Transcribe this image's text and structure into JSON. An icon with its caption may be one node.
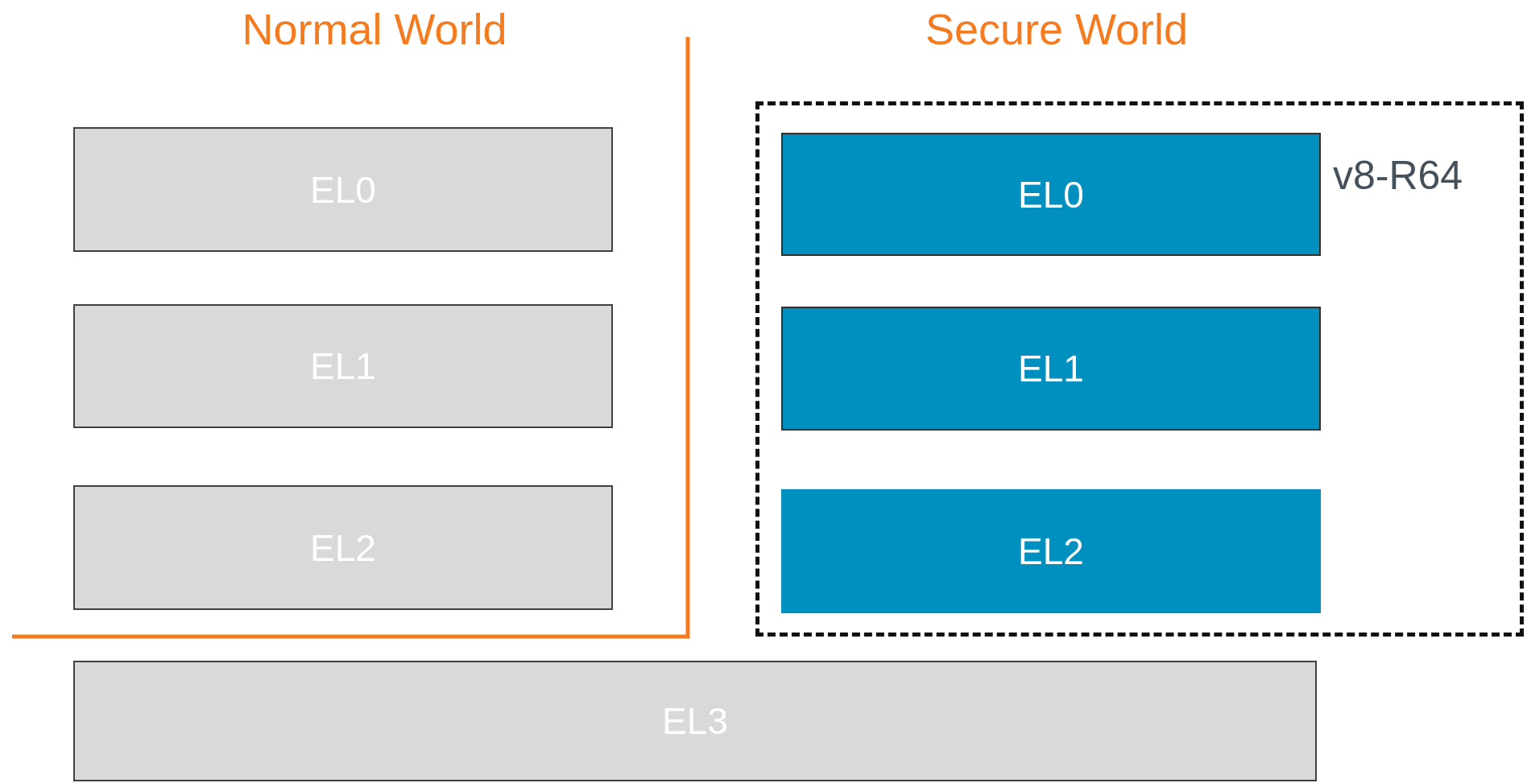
{
  "diagram": {
    "nodes": [
      {
        "text": [
          "EL0"
        ]
      },
      {
        "text": [
          "EL1"
        ]
      },
      {
        "text": [
          "EL2"
        ]
      },
      {
        "text": [
          "v8-R64"
        ]
      },
      {
        "text": [
          "EL0"
        ],
        "in": 3
      },
      {
        "text": [
          "EL1"
        ],
        "in": 3
      },
      {
        "text": [
          "EL2"
        ],
        "in": 3
      },
      {
        "text": [
          "EL3"
        ]
      }
    ],
    "edges": [],
    "labels": [
      "Normal World",
      "Secure World"
    ]
  }
}
